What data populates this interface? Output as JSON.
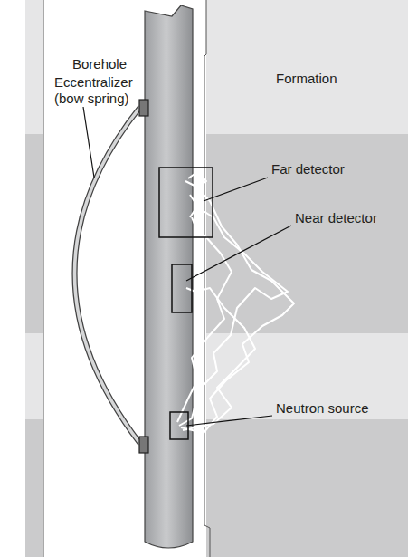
{
  "diagram": {
    "labels": [
      "Borehole",
      "Eccentralizer (bow spring)",
      "Formation",
      "Far detector",
      "Near detector",
      "Neutron source"
    ]
  }
}
